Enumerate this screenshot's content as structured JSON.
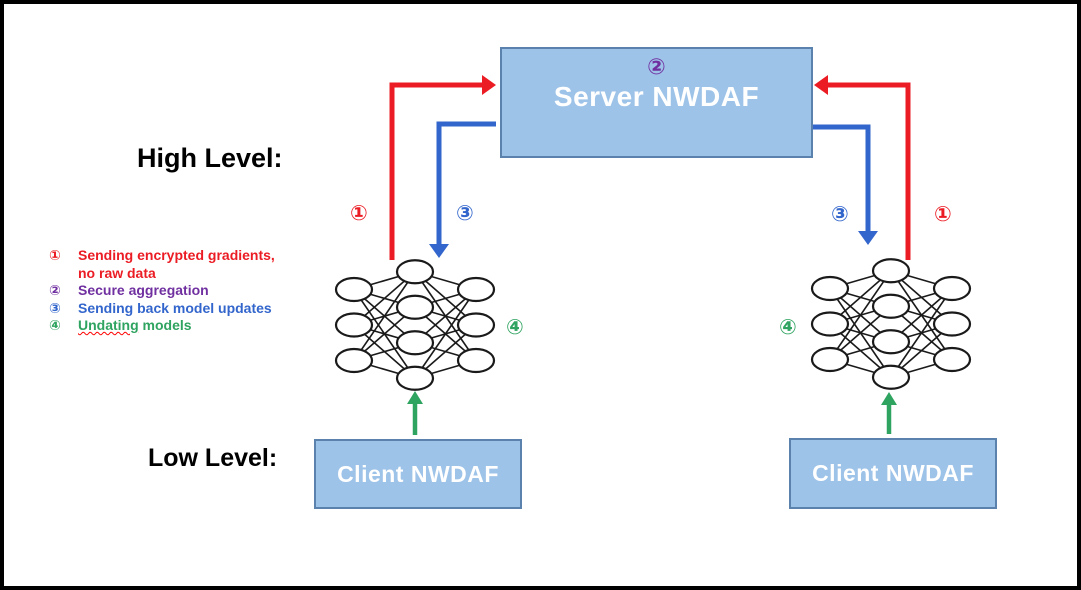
{
  "colors": {
    "box_fill": "#9ec3e8",
    "box_border": "#5b82ad",
    "red": "#eb1c24",
    "purple": "#7030a0",
    "blue": "#3366cc",
    "green": "#2fa360",
    "text_black": "#000000",
    "box_text": "#ffffff"
  },
  "headings": {
    "high_level": "High Level:",
    "low_level": "Low Level:"
  },
  "server_box": {
    "step_marker": "②",
    "title": "Server NWDAF"
  },
  "client_left": {
    "title": "Client NWDAF"
  },
  "client_right": {
    "title": "Client NWDAF"
  },
  "arrow_steps": {
    "left_red": "①",
    "left_blue": "③",
    "right_blue": "③",
    "right_red": "①",
    "left_green": "④",
    "right_green": "④"
  },
  "legend": {
    "items": [
      {
        "num": "①",
        "text": "Sending encrypted gradients, no raw data",
        "color": "#eb1c24"
      },
      {
        "num": "②",
        "text": "Secure aggregation",
        "color": "#7030a0"
      },
      {
        "num": "③",
        "text": "Sending back model updates",
        "color": "#3366cc"
      },
      {
        "num": "④",
        "text_misspelled": "Undating",
        "text_rest": "models",
        "color": "#2fa360"
      }
    ]
  },
  "network": {
    "layers": [
      3,
      4,
      3
    ],
    "description": "fully connected neural network glyph"
  }
}
